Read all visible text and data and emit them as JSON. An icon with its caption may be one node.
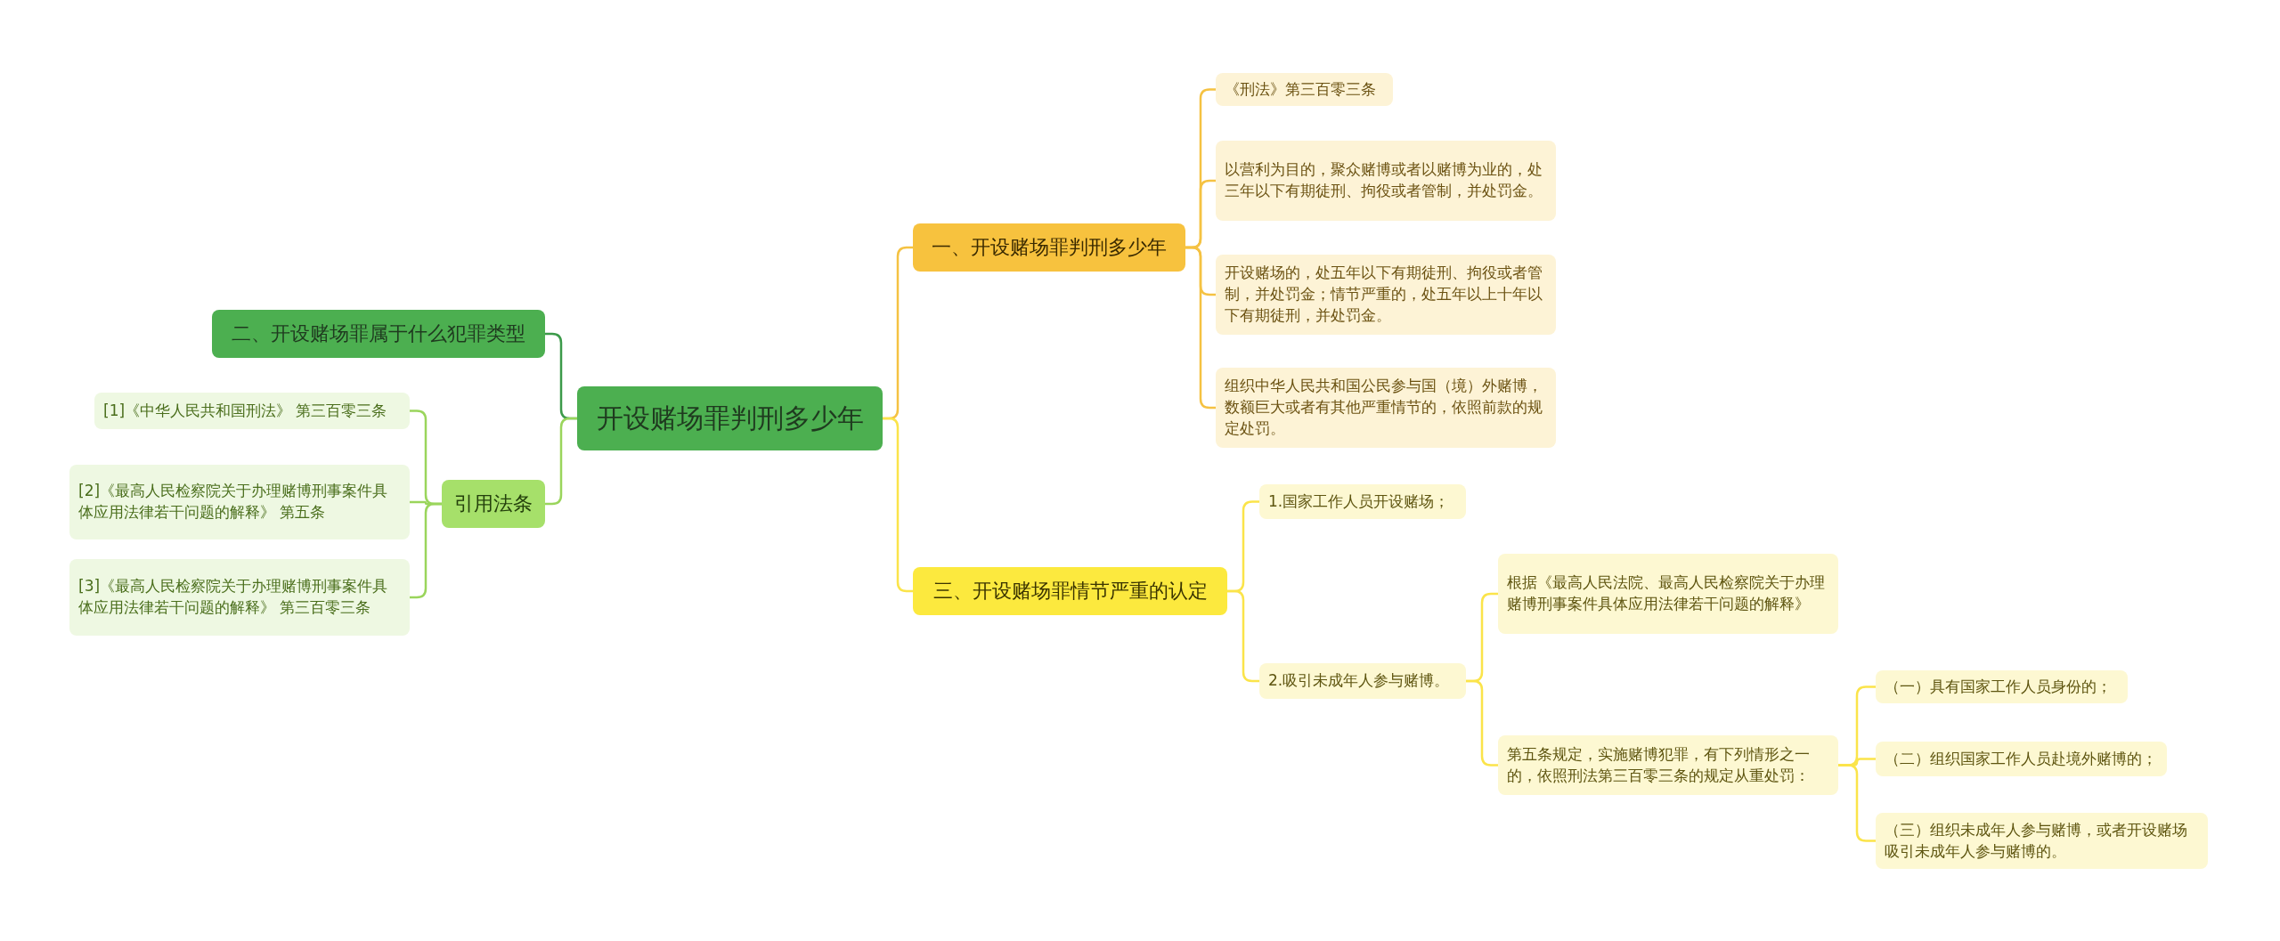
{
  "diagram": {
    "nodes": [
      {
        "text": [
          "开设赌场罪判刑多少年"
        ]
      },
      {
        "text": [
          "一、开设赌场罪判刑多少年"
        ]
      },
      {
        "text": [
          "《刑法》第三百零三条"
        ]
      },
      {
        "text": [
          "以营利为目的，聚众赌博或者以赌博为业的，处三年以下有期徒刑、拘役或者管制，并处罚金。"
        ]
      },
      {
        "text": [
          "开设赌场的，处五年以下有期徒刑、拘役或者管制，并处罚金；情节严重的，处五年以上十年以下有期徒刑，并处罚金。"
        ]
      },
      {
        "text": [
          "组织中华人民共和国公民参与国（境）外赌博，数额巨大或者有其他严重情节的，依照前款的规定处罚。"
        ]
      },
      {
        "text": [
          "三、开设赌场罪情节严重的认定"
        ]
      },
      {
        "text": [
          "1.国家工作人员开设赌场；"
        ]
      },
      {
        "text": [
          "2.吸引未成年人参与赌博。"
        ]
      },
      {
        "text": [
          "根据《最高人民法院、最高人民检察院关于办理赌博刑事案件具体应用法律若干问题的解释》"
        ]
      },
      {
        "text": [
          "第五条规定，实施赌博犯罪，有下列情形之一的，依照刑法第三百零三条的规定从重处罚："
        ]
      },
      {
        "text": [
          "（一）具有国家工作人员身份的；"
        ]
      },
      {
        "text": [
          "（二）组织国家工作人员赴境外赌博的；"
        ]
      },
      {
        "text": [
          "（三）组织未成年人参与赌博，或者开设赌场吸引未成年人参与赌博的。"
        ]
      },
      {
        "text": [
          "二、开设赌场罪属于什么犯罪类型"
        ]
      },
      {
        "text": [
          "引用法条"
        ]
      },
      {
        "text": [
          "[1]《中华人民共和国刑法》 第三百零三条"
        ]
      },
      {
        "text": [
          "[2]《最高人民检察院关于办理赌博刑事案件具体应用法律若干问题的解释》 第五条"
        ]
      },
      {
        "text": [
          "[3]《最高人民检察院关于办理赌博刑事案件具体应用法律若干问题的解释》 第三百零三条"
        ]
      }
    ],
    "edges": [
      {
        "from": 0,
        "to": 1,
        "arrow": "none",
        "color": "#f5c242"
      },
      {
        "from": 1,
        "to": 2,
        "arrow": "none",
        "color": "#f5c242"
      },
      {
        "from": 1,
        "to": 3,
        "arrow": "none",
        "color": "#f5c242"
      },
      {
        "from": 1,
        "to": 4,
        "arrow": "none",
        "color": "#f5c242"
      },
      {
        "from": 1,
        "to": 5,
        "arrow": "none",
        "color": "#f5c242"
      },
      {
        "from": 0,
        "to": 6,
        "arrow": "none"
      },
      {
        "from": 6,
        "to": 7,
        "arrow": "none"
      },
      {
        "from": 6,
        "to": 8,
        "arrow": "none"
      },
      {
        "from": 8,
        "to": 9,
        "arrow": "none"
      },
      {
        "from": 8,
        "to": 10,
        "arrow": "none"
      },
      {
        "from": 10,
        "to": 11,
        "arrow": "none"
      },
      {
        "from": 10,
        "to": 12,
        "arrow": "none"
      },
      {
        "from": 10,
        "to": 13,
        "arrow": "none"
      },
      {
        "from": 0,
        "to": 14,
        "arrow": "none",
        "color": "#3c9a4a"
      },
      {
        "from": 0,
        "to": 15,
        "arrow": "none",
        "color": "#9ad55c"
      },
      {
        "from": 15,
        "to": 16,
        "arrow": "none",
        "color": "#9ad55c"
      },
      {
        "from": 15,
        "to": 17,
        "arrow": "none",
        "color": "#9ad55c"
      },
      {
        "from": 15,
        "to": 18,
        "arrow": "none",
        "color": "#9ad55c"
      }
    ]
  }
}
